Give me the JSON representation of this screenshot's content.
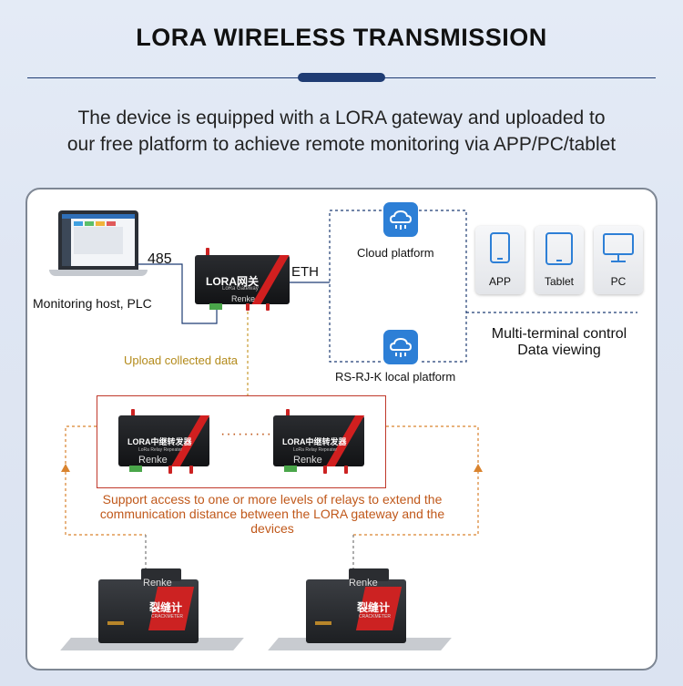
{
  "title": "LORA WIRELESS TRANSMISSION",
  "subtitle_line1": "The device is equipped with a LORA gateway and uploaded to",
  "subtitle_line2": "our free platform to achieve remote monitoring via APP/PC/tablet",
  "labels": {
    "rs485": "485",
    "eth": "ETH",
    "monitoring_host": "Monitoring host, PLC",
    "cloud_platform": "Cloud platform",
    "local_platform": "RS-RJ-K local platform",
    "upload": "Upload collected data",
    "multi_terminal_line1": "Multi-terminal control",
    "multi_terminal_line2": "Data viewing",
    "relay_text_line1": "Support access to one or more levels of relays to extend the",
    "relay_text_line2": "communication distance between the LORA gateway and the",
    "relay_text_line3": "devices",
    "relay_dots": "·········"
  },
  "gateway": {
    "name": "LORA网关",
    "sub": "LoRa Gateway",
    "brand": "Renke"
  },
  "repeaters": [
    {
      "name": "LORA中继转发器",
      "sub": "LoRa Relay Repeater",
      "brand": "Renke"
    },
    {
      "name": "LORA中继转发器",
      "sub": "LoRa Relay Repeater",
      "brand": "Renke"
    }
  ],
  "terminals": [
    {
      "label": "APP",
      "icon": "phone-icon"
    },
    {
      "label": "Tablet",
      "icon": "tablet-icon"
    },
    {
      "label": "PC",
      "icon": "monitor-icon"
    }
  ],
  "crackmeters": [
    {
      "name": "裂缝计",
      "sub": "CRACKMETER",
      "brand": "Renke"
    },
    {
      "name": "裂缝计",
      "sub": "CRACKMETER",
      "brand": "Renke"
    }
  ],
  "colors": {
    "accent_blue": "#2d7fd6",
    "dashed_line": "#1f3c73",
    "relay_border": "#c0392b",
    "orange": "#c0581a",
    "upload_text": "#b38a1a"
  }
}
